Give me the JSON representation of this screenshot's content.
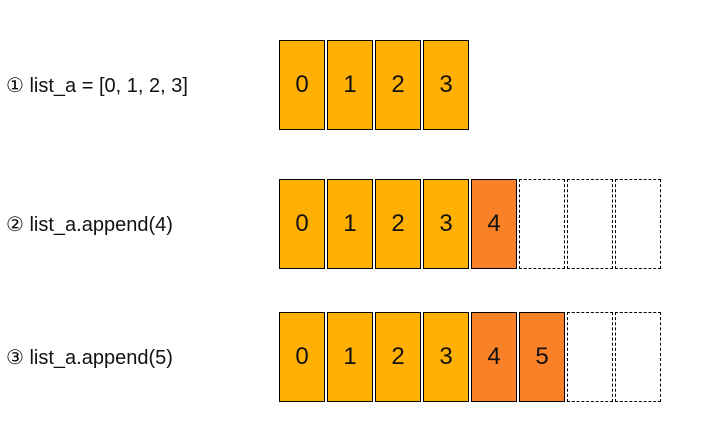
{
  "colors": {
    "original": "#ffb000",
    "appended": "#f98127",
    "border": "#000000"
  },
  "steps": [
    {
      "label": "① list_a = [0, 1, 2, 3]",
      "cells": [
        {
          "text": "0",
          "kind": "original"
        },
        {
          "text": "1",
          "kind": "original"
        },
        {
          "text": "2",
          "kind": "original"
        },
        {
          "text": "3",
          "kind": "original"
        }
      ]
    },
    {
      "label": "② list_a.append(4)",
      "cells": [
        {
          "text": "0",
          "kind": "original"
        },
        {
          "text": "1",
          "kind": "original"
        },
        {
          "text": "2",
          "kind": "original"
        },
        {
          "text": "3",
          "kind": "original"
        },
        {
          "text": "4",
          "kind": "appended"
        },
        {
          "text": "",
          "kind": "empty"
        },
        {
          "text": "",
          "kind": "empty"
        },
        {
          "text": "",
          "kind": "empty"
        }
      ]
    },
    {
      "label": "③ list_a.append(5)",
      "cells": [
        {
          "text": "0",
          "kind": "original"
        },
        {
          "text": "1",
          "kind": "original"
        },
        {
          "text": "2",
          "kind": "original"
        },
        {
          "text": "3",
          "kind": "original"
        },
        {
          "text": "4",
          "kind": "appended"
        },
        {
          "text": "5",
          "kind": "appended"
        },
        {
          "text": "",
          "kind": "empty"
        },
        {
          "text": "",
          "kind": "empty"
        }
      ]
    }
  ]
}
